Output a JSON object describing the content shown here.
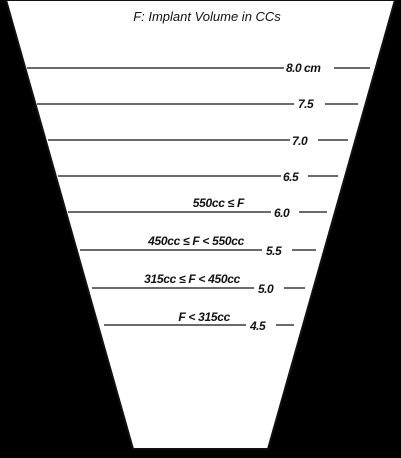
{
  "title": "F: Implant Volume in CCs",
  "ticks": [
    {
      "label": "8.0 cm"
    },
    {
      "label": "7.5"
    },
    {
      "label": "7.0"
    },
    {
      "label": "6.5"
    },
    {
      "label": "6.0"
    },
    {
      "label": "5.5"
    },
    {
      "label": "5.0"
    },
    {
      "label": "4.5"
    }
  ],
  "ranges": [
    {
      "label": "550cc ≤ F"
    },
    {
      "label": "450cc ≤ F < 550cc"
    },
    {
      "label": "315cc ≤ F < 450cc"
    },
    {
      "label": "F < 315cc"
    }
  ],
  "colors": {
    "background": "#000000",
    "funnel": "#ffffff",
    "line": "#111111"
  }
}
